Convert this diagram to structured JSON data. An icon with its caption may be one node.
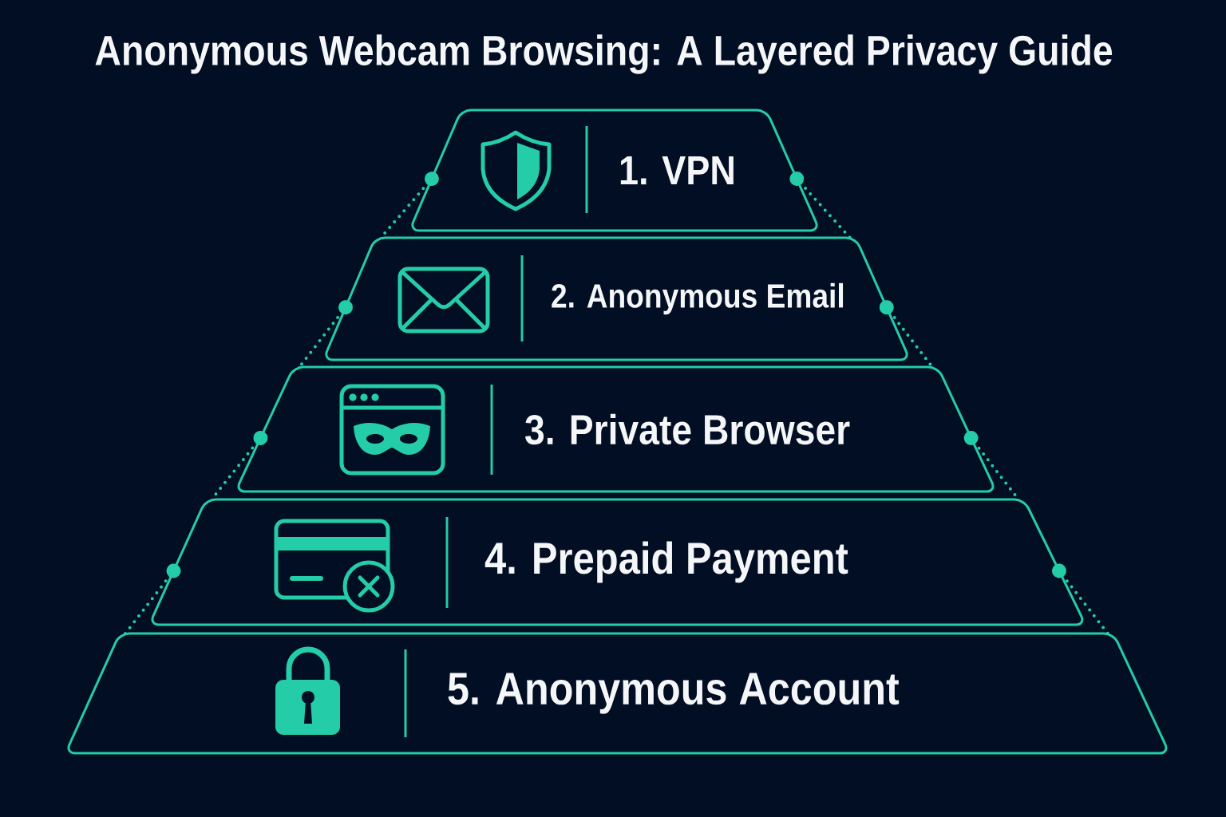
{
  "diagram": {
    "title": "Anonymous Webcam Browsing: A Layered Privacy Guide",
    "nodes": [
      {
        "text": [
          "1. VPN"
        ]
      },
      {
        "text": [
          "2. Anonymous Email"
        ]
      },
      {
        "text": [
          "3. Private Browser"
        ]
      },
      {
        "text": [
          "4. Prepaid Payment"
        ]
      },
      {
        "text": [
          "5. Anonymous Account"
        ]
      }
    ],
    "edges": [
      {
        "from": 0,
        "to": 1,
        "arrow": "other",
        "style": "dashed"
      },
      {
        "from": 0,
        "to": 1,
        "arrow": "other",
        "style": "dashed"
      },
      {
        "from": 1,
        "to": 2,
        "arrow": "other",
        "style": "dashed"
      },
      {
        "from": 1,
        "to": 2,
        "arrow": "other",
        "style": "dashed"
      },
      {
        "from": 2,
        "to": 3,
        "arrow": "other",
        "style": "dashed"
      },
      {
        "from": 2,
        "to": 3,
        "arrow": "other",
        "style": "dashed"
      },
      {
        "from": 3,
        "to": 4,
        "arrow": "other",
        "style": "dashed"
      },
      {
        "from": 3,
        "to": 4,
        "arrow": "other",
        "style": "dashed"
      }
    ]
  }
}
